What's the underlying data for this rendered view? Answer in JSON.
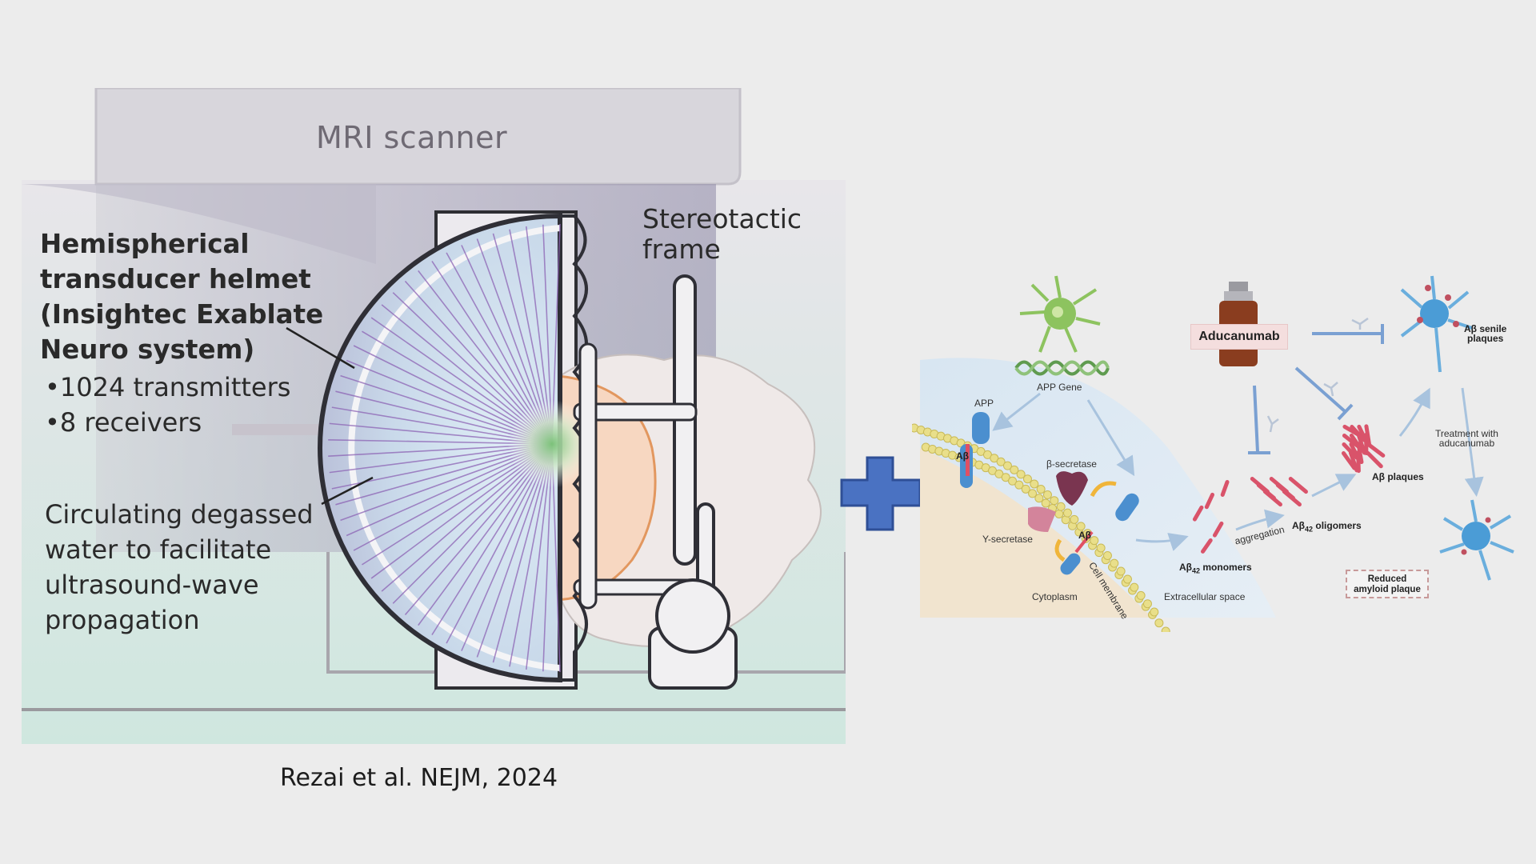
{
  "left_figure": {
    "mri_label": "MRI scanner",
    "helmet": {
      "title_lines": [
        "Hemispherical",
        "transducer helmet",
        "(Insightec Exablate",
        "Neuro system)"
      ],
      "bullets": [
        "1024 transmitters",
        "8 receivers"
      ]
    },
    "frame_label_lines": [
      "Stereotactic",
      "frame"
    ],
    "water_label_lines": [
      "Circulating degassed",
      "water to facilitate",
      "ultrasound-wave",
      "propagation"
    ]
  },
  "citation": "Rezai et al. NEJM, 2024",
  "right_figure": {
    "labels": {
      "app_gene": "APP Gene",
      "app": "APP",
      "abeta": "Aβ",
      "beta_secretase": "β-secretase",
      "gamma_secretase": "Y-secretase",
      "cytoplasm": "Cytoplasm",
      "cell_membrane": "Cell membrane",
      "extracellular": "Extracellular space",
      "monomers": "monomers",
      "aggregation": "aggregation",
      "oligomers": "oligomers",
      "abeta_prefix": "Aβ",
      "subscript_42": "42",
      "plaques": "Aβ plaques",
      "senile_plaques_lines": [
        "Aβ senile",
        "plaques"
      ],
      "treatment_lines": [
        "Treatment with",
        "aducanumab"
      ],
      "reduced_lines": [
        "Reduced",
        "amyloid plaque"
      ],
      "drug": "Aducanumab"
    },
    "colors": {
      "plus": "#4a72c2",
      "plus_outline": "#2f4f96",
      "inhibit_arrow": "#7aa0d2",
      "plaque": "#d9536a",
      "microglia": "#8dc35f",
      "neuron": "#4b9cd6"
    }
  }
}
